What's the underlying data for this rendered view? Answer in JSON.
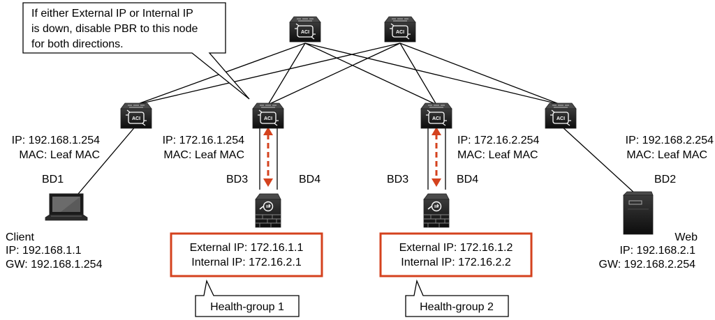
{
  "callout": {
    "line1": "If either External IP or Internal IP",
    "line2": "is down, disable PBR to this node",
    "line3": "for both directions."
  },
  "device_badge": "ACI",
  "leaf1": {
    "ip": "IP: 192.168.1.254",
    "mac": "MAC: Leaf MAC",
    "bd": "BD1"
  },
  "leaf2": {
    "ip": "IP: 172.16.1.254",
    "mac": "MAC: Leaf MAC",
    "bd_left": "BD3",
    "bd_right": "BD4"
  },
  "leaf3": {
    "ip": "IP: 172.16.2.254",
    "mac": "MAC: Leaf MAC",
    "bd_left": "BD3",
    "bd_right": "BD4"
  },
  "leaf4": {
    "ip": "IP: 192.168.2.254",
    "mac": "MAC: Leaf MAC",
    "bd": "BD2"
  },
  "client": {
    "name": "Client",
    "ip": "IP: 192.168.1.1",
    "gw": "GW: 192.168.1.254"
  },
  "web": {
    "name": "Web",
    "ip": "IP: 192.168.2.1",
    "gw": "GW: 192.168.2.254"
  },
  "node1": {
    "external": "External IP: 172.16.1.1",
    "internal": "Internal IP: 172.16.2.1",
    "group": "Health-group 1"
  },
  "node2": {
    "external": "External IP: 172.16.1.2",
    "internal": "Internal IP: 172.16.2.2",
    "group": "Health-group 2"
  },
  "colors": {
    "accent": "#d4421e",
    "device": "#1a1a1a",
    "callout_border": "#000000"
  }
}
